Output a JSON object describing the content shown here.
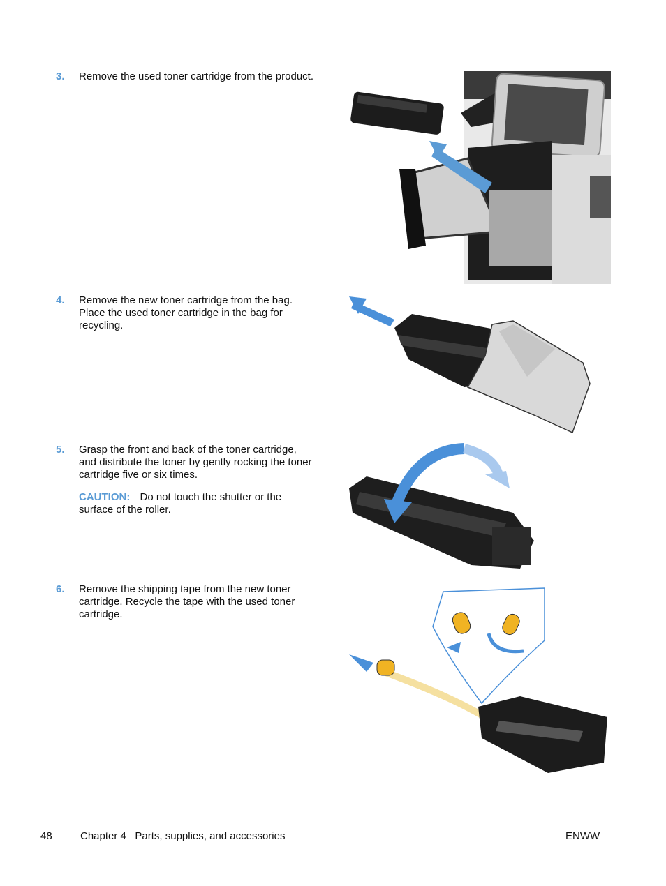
{
  "steps": [
    {
      "num": "3.",
      "text": "Remove the used toner cartridge from the product."
    },
    {
      "num": "4.",
      "text": "Remove the new toner cartridge from the bag. Place the used toner cartridge in the bag for recycling."
    },
    {
      "num": "5.",
      "text": "Grasp the front and back of the toner cartridge, and distribute the toner by gently rocking the toner cartridge five or six times.",
      "caution_label": "CAUTION:",
      "caution_text": "Do not touch the shutter or the surface of the roller."
    },
    {
      "num": "6.",
      "text": "Remove the shipping tape from the new toner cartridge. Recycle the tape with the used toner cartridge."
    }
  ],
  "footer": {
    "page": "48",
    "chapter": "Chapter 4   Parts, supplies, and accessories",
    "right": "ENWW"
  },
  "colors": {
    "accent": "#5a9bd5",
    "arrow": "#4a90d9",
    "tape": "#f0b323"
  }
}
